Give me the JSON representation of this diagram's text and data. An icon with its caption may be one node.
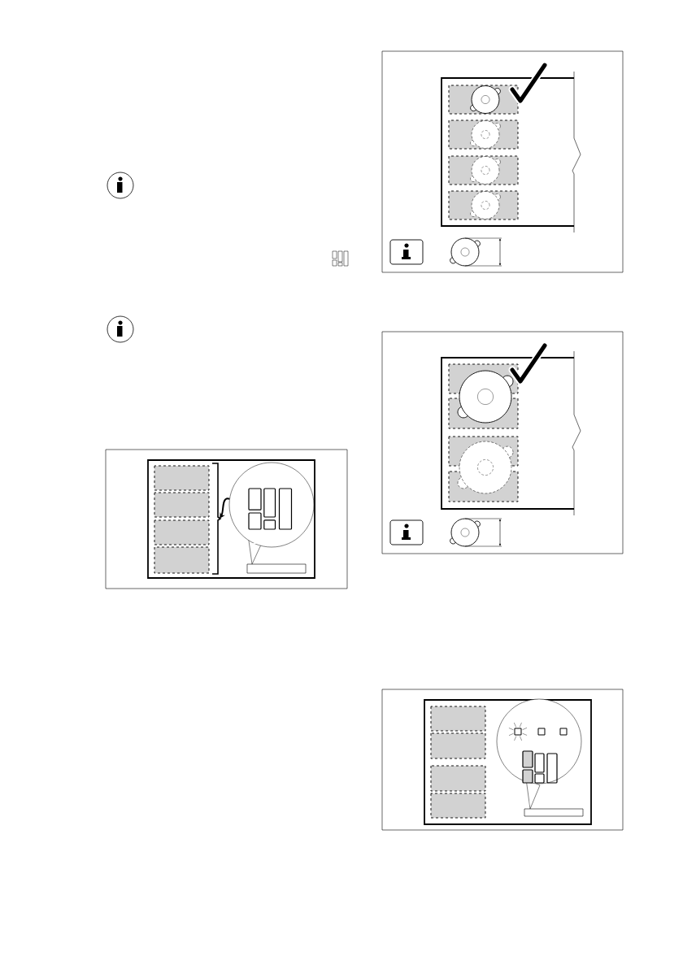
{
  "diagram": {
    "nodes": [
      {
        "text": [],
        "shape": "circle"
      },
      {
        "text": [],
        "shape": "bracket"
      }
    ],
    "edges": [
      {
        "from": 0,
        "to": 1,
        "arrow": "to"
      }
    ]
  }
}
